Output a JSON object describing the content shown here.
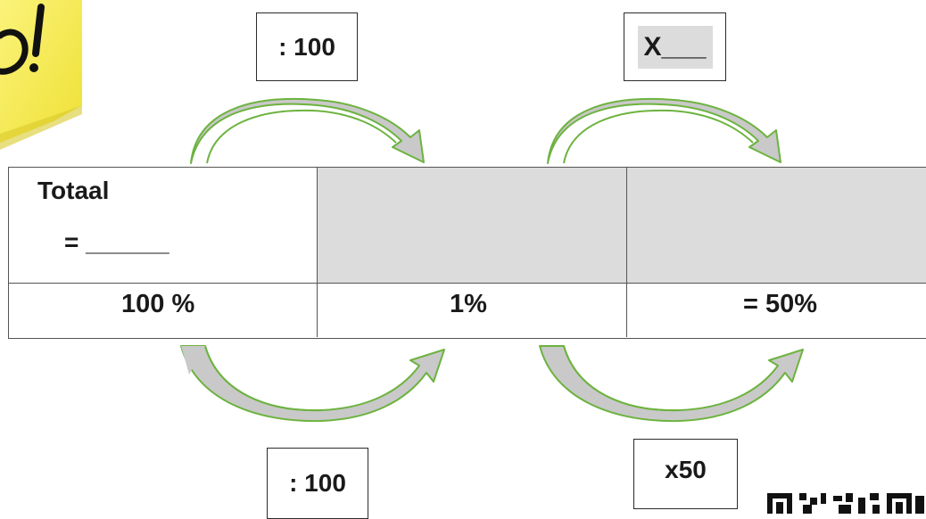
{
  "top_boxes": {
    "divide": ": 100",
    "multiply": "X___"
  },
  "bottom_boxes": {
    "divide": ": 100",
    "multiply": "x50"
  },
  "table": {
    "header": {
      "col1_title": "Totaal",
      "col1_blank": "= ______",
      "col2": "",
      "col3": ""
    },
    "row": {
      "col1": "100 %",
      "col2": "1%",
      "col3": "= 50%"
    }
  },
  "colors": {
    "arrow_stroke": "#6db33f",
    "arrow_fill_grey": "#c9c9c9",
    "cell_grey": "#dcdcdc",
    "sticky_note": "#f7ef58"
  },
  "icons": {
    "sticky_note": "sticky-note-icon",
    "qr_code": "qr-code-icon"
  }
}
